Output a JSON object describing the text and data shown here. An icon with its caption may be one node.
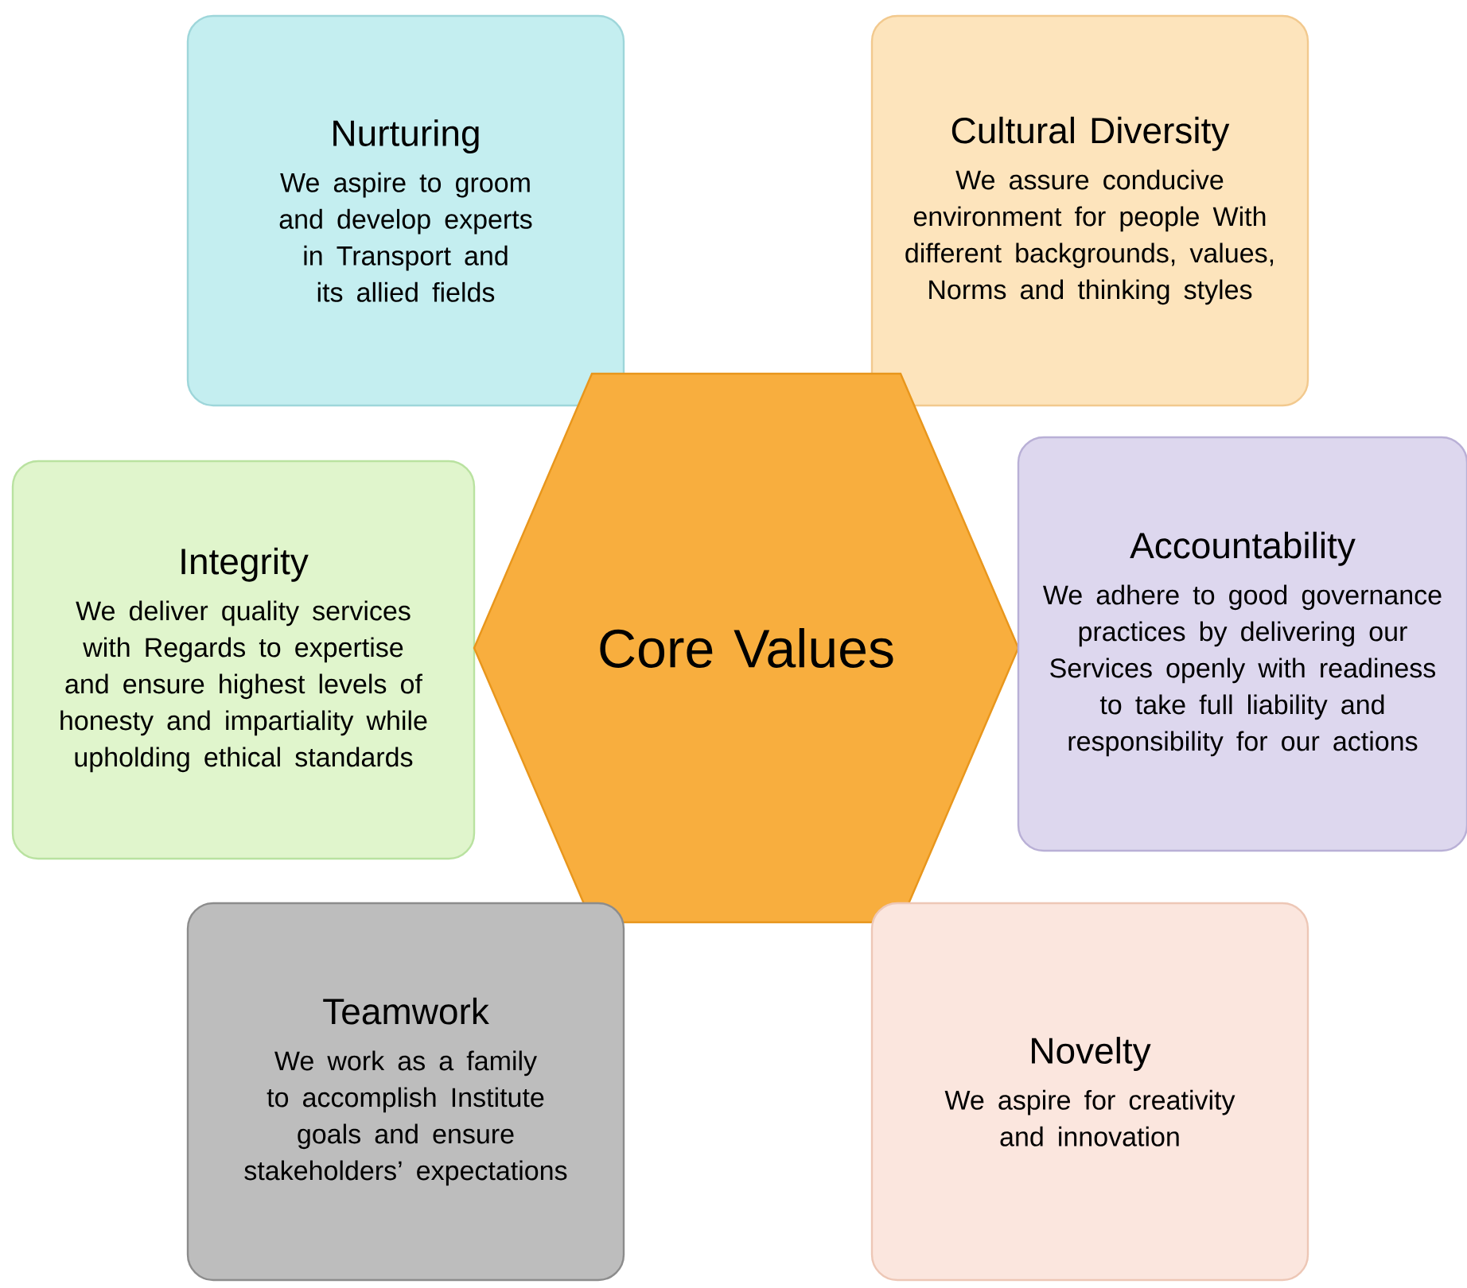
{
  "diagram": {
    "nodes": [
      {
        "text": [
          "Nurturing",
          "We aspire to groom and develop experts in Transport and its allied fields"
        ]
      },
      {
        "text": [
          "Cultural Diversity",
          "We assure conducive environment for people With different backgrounds, values, Norms and thinking styles"
        ]
      },
      {
        "text": [
          "Integrity",
          "We deliver quality services with Regards to expertise and ensure highest levels of honesty and impartiality while upholding ethical standards"
        ]
      },
      {
        "text": [
          "Core Values"
        ]
      },
      {
        "text": [
          "Accountability",
          "We adhere to good governance practices by delivering our Services openly with readiness to take full liability and responsibility for our actions"
        ]
      },
      {
        "text": [
          "Teamwork",
          "We work as a family to accomplish Institute goals and ensure stakeholders’ expectations"
        ]
      },
      {
        "text": [
          "Novelty",
          "We aspire for creativity and innovation"
        ]
      }
    ]
  }
}
